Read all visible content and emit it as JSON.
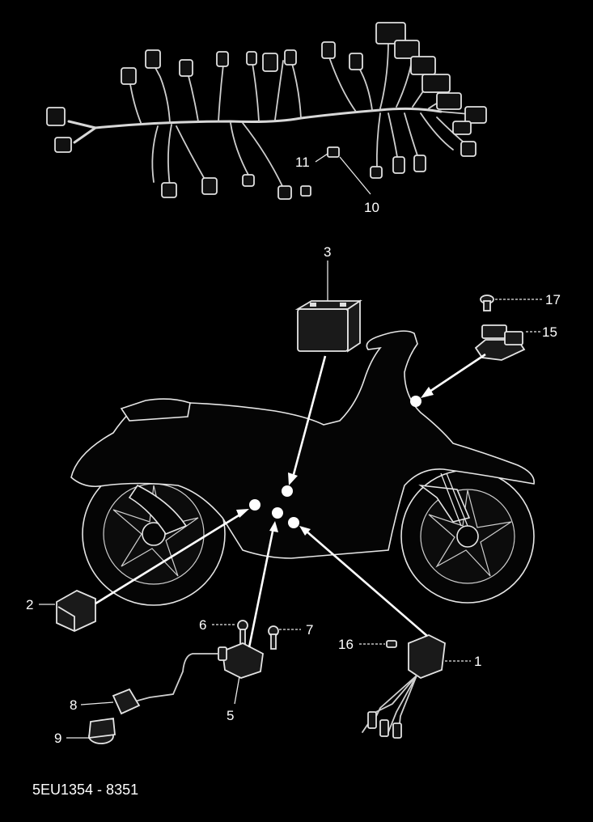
{
  "callouts": {
    "c1": "1",
    "c2": "2",
    "c3": "3",
    "c5": "5",
    "c6": "6",
    "c7": "7",
    "c8": "8",
    "c9": "9",
    "c10": "10",
    "c11": "11",
    "c15": "15",
    "c16": "16",
    "c17": "17"
  },
  "caption": "5EU1354 - 8351"
}
